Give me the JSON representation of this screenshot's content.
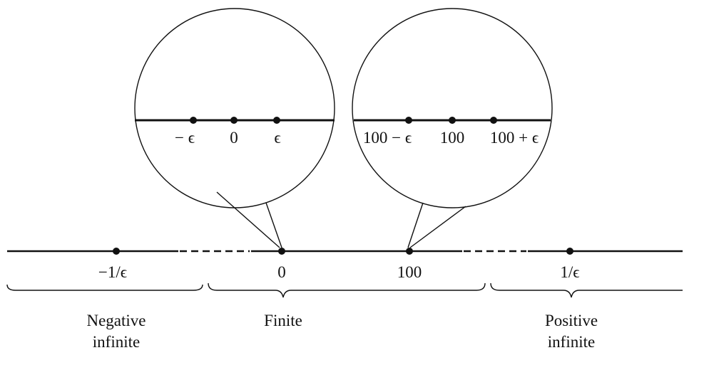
{
  "main_line": {
    "points": [
      {
        "label": "−1/ϵ"
      },
      {
        "label": "0"
      },
      {
        "label": "100"
      },
      {
        "label": "1/ϵ"
      }
    ]
  },
  "magnifier_zero": {
    "points": [
      {
        "label": "− ϵ"
      },
      {
        "label": "0"
      },
      {
        "label": "ϵ"
      }
    ]
  },
  "magnifier_hundred": {
    "points": [
      {
        "label": "100 − ϵ"
      },
      {
        "label": "100"
      },
      {
        "label": "100 + ϵ"
      }
    ]
  },
  "regions": {
    "negative": {
      "line1": "Negative",
      "line2": "infinite"
    },
    "finite": {
      "line1": "Finite"
    },
    "positive": {
      "line1": "Positive",
      "line2": "infinite"
    }
  },
  "colors": {
    "ink": "#111111",
    "background": "#ffffff"
  }
}
